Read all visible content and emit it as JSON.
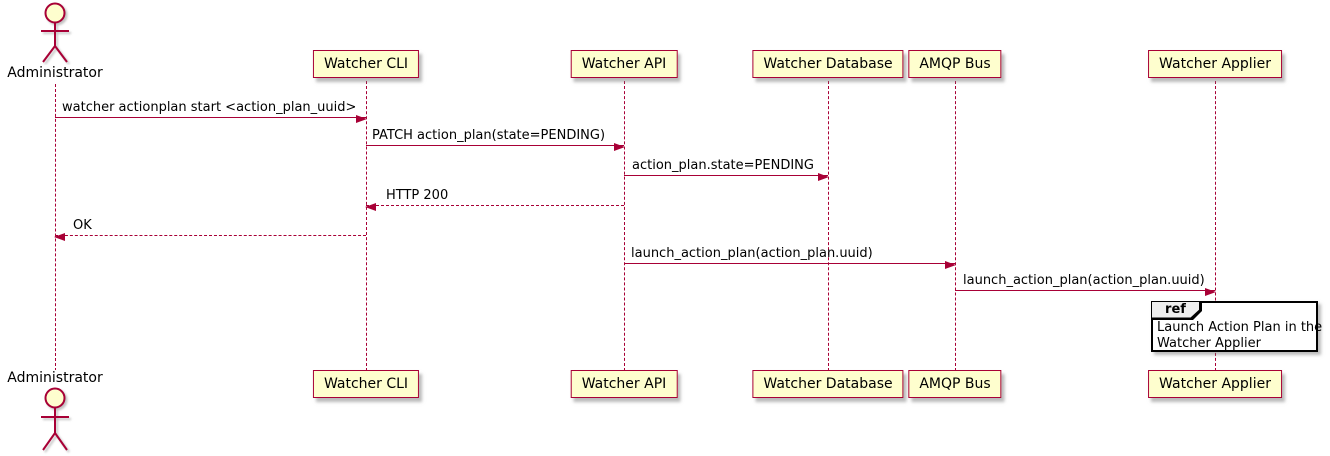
{
  "diagram_type": "uml-sequence-diagram",
  "colors": {
    "accent": "#A80036",
    "participant_fill": "#FEFECE",
    "ref_header_fill": "#EEEEEE",
    "text": "#000000",
    "background": "#FFFFFF"
  },
  "actor": {
    "name": "Administrator"
  },
  "participants": [
    {
      "name": "Watcher CLI"
    },
    {
      "name": "Watcher API"
    },
    {
      "name": "Watcher Database"
    },
    {
      "name": "AMQP Bus"
    },
    {
      "name": "Watcher Applier"
    }
  ],
  "messages": [
    {
      "from": "Administrator",
      "to": "Watcher CLI",
      "text": "watcher actionplan start <action_plan_uuid>",
      "line": "solid",
      "direction": "right"
    },
    {
      "from": "Watcher CLI",
      "to": "Watcher API",
      "text": "PATCH action_plan(state=PENDING)",
      "line": "solid",
      "direction": "right"
    },
    {
      "from": "Watcher API",
      "to": "Watcher Database",
      "text": "action_plan.state=PENDING",
      "line": "solid",
      "direction": "right"
    },
    {
      "from": "Watcher API",
      "to": "Watcher CLI",
      "text": "HTTP 200",
      "line": "dashed",
      "direction": "left"
    },
    {
      "from": "Watcher CLI",
      "to": "Administrator",
      "text": "OK",
      "line": "dashed",
      "direction": "left"
    },
    {
      "from": "Watcher API",
      "to": "AMQP Bus",
      "text": "launch_action_plan(action_plan.uuid)",
      "line": "solid",
      "direction": "right"
    },
    {
      "from": "AMQP Bus",
      "to": "Watcher Applier",
      "text": "launch_action_plan(action_plan.uuid)",
      "line": "solid",
      "direction": "right"
    }
  ],
  "ref": {
    "keyword": "ref",
    "lines": [
      "Launch Action Plan in the",
      "Watcher Applier"
    ]
  }
}
